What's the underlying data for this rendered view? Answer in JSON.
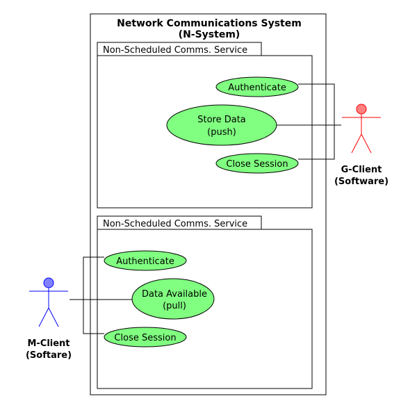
{
  "system": {
    "title_line1": "Network Communications System",
    "title_line2": "(N-System)"
  },
  "packages": [
    {
      "label": "Non-Scheduled Comms. Service",
      "use_cases": [
        {
          "line1": "Authenticate",
          "line2": ""
        },
        {
          "line1": "Store Data",
          "line2": "(push)"
        },
        {
          "line1": "Close Session",
          "line2": ""
        }
      ]
    },
    {
      "label": "Non-Scheduled Comms. Service",
      "use_cases": [
        {
          "line1": "Authenticate",
          "line2": ""
        },
        {
          "line1": "Data Available",
          "line2": "(pull)"
        },
        {
          "line1": "Close Session",
          "line2": ""
        }
      ]
    }
  ],
  "actors": {
    "g_client": {
      "line1": "G-Client",
      "line2": "(Software)",
      "color": "#ff0000",
      "head_fill": "#ff8080"
    },
    "m_client": {
      "line1": "M-Client",
      "line2": "(Softare)",
      "color": "#0000ff",
      "head_fill": "#8080ff"
    }
  },
  "colors": {
    "use_case_fill": "#80ff80",
    "line": "#000000"
  }
}
